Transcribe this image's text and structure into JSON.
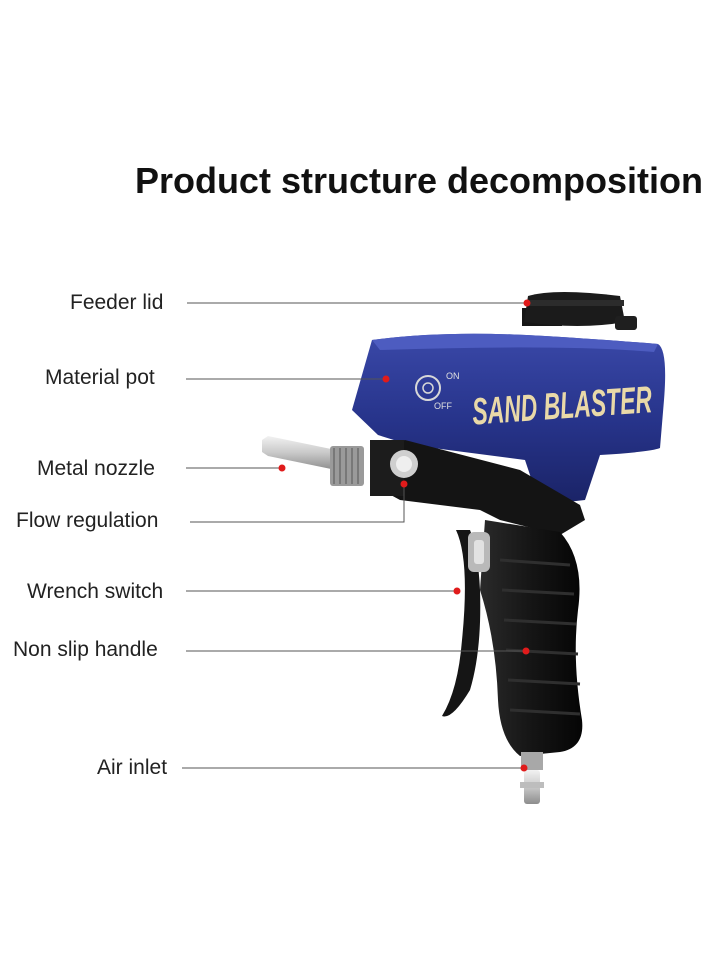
{
  "title": "Product structure decomposition",
  "product_text": {
    "brand": "SAND BLASTER",
    "switch_on": "ON",
    "switch_off": "OFF"
  },
  "callouts": [
    {
      "id": "feeder-lid",
      "label": "Feeder lid"
    },
    {
      "id": "material-pot",
      "label": "Material pot"
    },
    {
      "id": "metal-nozzle",
      "label": "Metal nozzle"
    },
    {
      "id": "flow-regulation",
      "label": "Flow regulation"
    },
    {
      "id": "wrench-switch",
      "label": "Wrench switch"
    },
    {
      "id": "non-slip-handle",
      "label": "Non slip handle"
    },
    {
      "id": "air-inlet",
      "label": "Air inlet"
    }
  ],
  "colors": {
    "pot_blue": "#27348b",
    "body_black": "#151515",
    "marker_red": "#e01b1b",
    "leader_line": "#555555",
    "brand_text": "#e9d9a8"
  }
}
